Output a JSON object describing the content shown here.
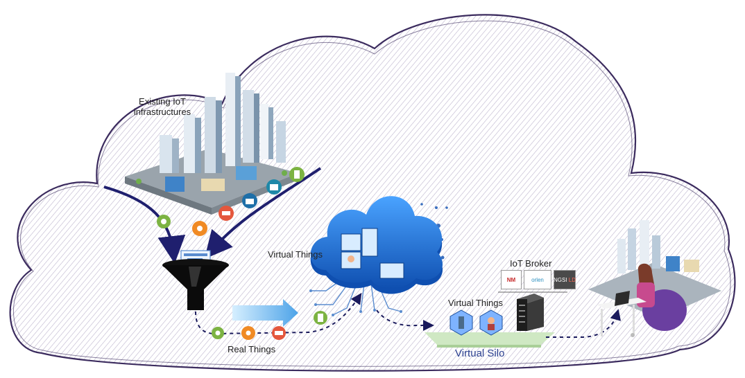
{
  "labels": {
    "existing_infra": [
      "Existing IoT",
      "infrastructures"
    ],
    "virtual_things_cloud": "Virtual Things",
    "real_things": "Real Things",
    "iot_broker": "IoT Broker",
    "virtual_things_silo": "Virtual Things",
    "virtual_silo": "Virtual Silo"
  },
  "broker_logos": {
    "logo_1": "NM",
    "logo_2": "orlen",
    "logo_3_prefix": "NGSI",
    "logo_3_suffix": "LD"
  },
  "colors": {
    "cloud_outline": "#3b2b5e",
    "cloud_hatch": "#b7aec9",
    "arrow": "#1f1f6e",
    "dashed_arrow": "#1a1a5c",
    "blue_cloud": "#1b6fd1",
    "green_icon": "#7cb342",
    "orange_icon": "#f08a24",
    "red_icon": "#e4573d",
    "teal_icon": "#1e88a8",
    "silo_platform": "#cfe8c3",
    "silo_text": "#2a3f8f"
  },
  "icons": {
    "funnel": "funnel-icon",
    "city": "city-icon",
    "blue_cloud": "virtual-cloud-icon",
    "server": "server-icon",
    "user_desk": "user-at-desk-icon"
  }
}
